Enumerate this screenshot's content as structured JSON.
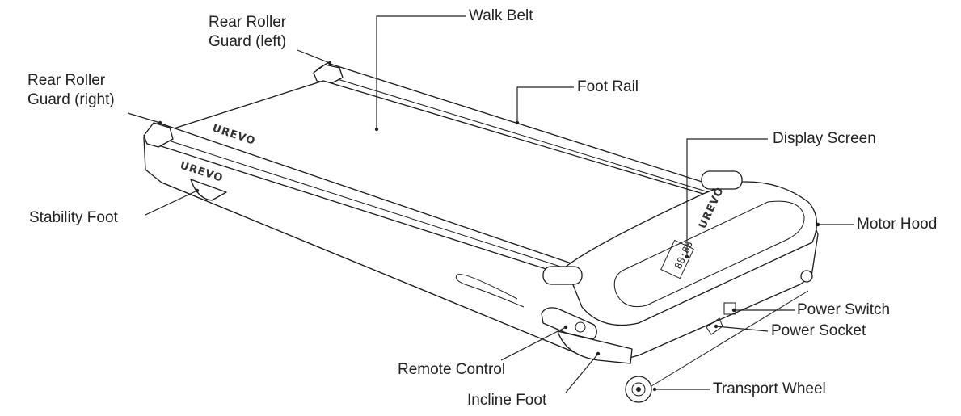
{
  "labels": {
    "walk_belt": "Walk Belt",
    "rear_roller_guard_left": "Rear Roller Guard (left)",
    "rear_roller_guard_right": "Rear Roller Guard (right)",
    "foot_rail": "Foot Rail",
    "display_screen": "Display Screen",
    "stability_foot": "Stability Foot",
    "motor_hood": "Motor Hood",
    "power_switch": "Power Switch",
    "power_socket": "Power Socket",
    "remote_control": "Remote Control",
    "incline_foot": "Incline Foot",
    "transport_wheel": "Transport Wheel"
  },
  "brand_text": "UREVO"
}
